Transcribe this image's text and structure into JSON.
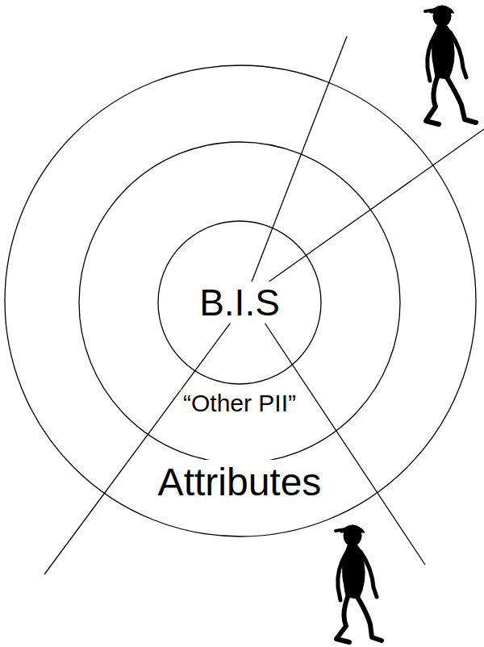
{
  "diagram": {
    "nodes": [
      {
        "text": [
          "Attributes"
        ]
      },
      {
        "text": [
          "“Other PII”"
        ],
        "in": 0
      },
      {
        "text": [
          "B.I.S"
        ],
        "in": 1
      }
    ]
  }
}
